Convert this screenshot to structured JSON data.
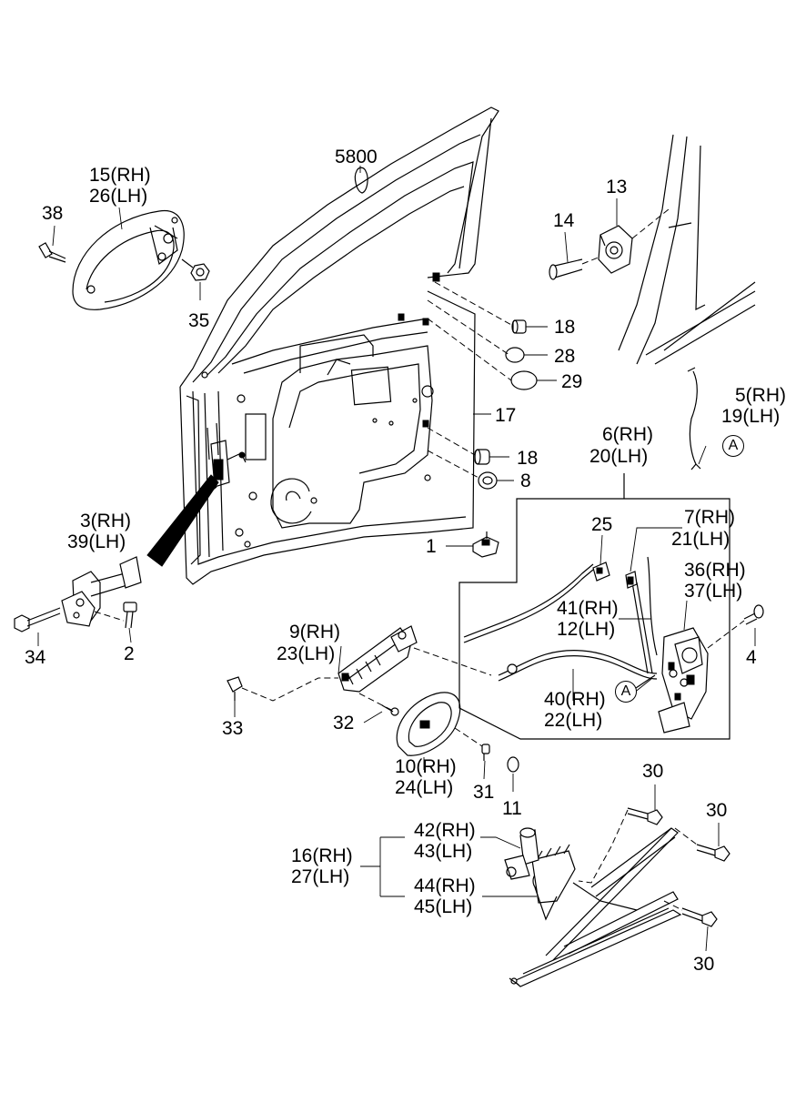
{
  "callouts": [
    {
      "id": "c5800",
      "text": "5800"
    },
    {
      "id": "c15",
      "text": "15(RH)"
    },
    {
      "id": "c26",
      "text": "26(LH)"
    },
    {
      "id": "c38",
      "text": "38"
    },
    {
      "id": "c35",
      "text": "35"
    },
    {
      "id": "c13",
      "text": "13"
    },
    {
      "id": "c14",
      "text": "14"
    },
    {
      "id": "c18a",
      "text": "18"
    },
    {
      "id": "c28",
      "text": "28"
    },
    {
      "id": "c29",
      "text": "29"
    },
    {
      "id": "c17",
      "text": "17"
    },
    {
      "id": "c5",
      "text": "5(RH)"
    },
    {
      "id": "c19",
      "text": "19(LH)"
    },
    {
      "id": "c6",
      "text": "6(RH)"
    },
    {
      "id": "c20",
      "text": "20(LH)"
    },
    {
      "id": "c18b",
      "text": "18"
    },
    {
      "id": "c8",
      "text": "8"
    },
    {
      "id": "c1",
      "text": "1"
    },
    {
      "id": "c25",
      "text": "25"
    },
    {
      "id": "c7",
      "text": "7(RH)"
    },
    {
      "id": "c21",
      "text": "21(LH)"
    },
    {
      "id": "c36",
      "text": "36(RH)"
    },
    {
      "id": "c37",
      "text": "37(LH)"
    },
    {
      "id": "c3",
      "text": "3(RH)"
    },
    {
      "id": "c39",
      "text": "39(LH)"
    },
    {
      "id": "c41",
      "text": "41(RH)"
    },
    {
      "id": "c12",
      "text": "12(LH)"
    },
    {
      "id": "c4",
      "text": "4"
    },
    {
      "id": "c34",
      "text": "34"
    },
    {
      "id": "c2",
      "text": "2"
    },
    {
      "id": "c9",
      "text": "9(RH)"
    },
    {
      "id": "c23",
      "text": "23(LH)"
    },
    {
      "id": "c40",
      "text": "40(RH)"
    },
    {
      "id": "c22",
      "text": "22(LH)"
    },
    {
      "id": "c33",
      "text": "33"
    },
    {
      "id": "c32",
      "text": "32"
    },
    {
      "id": "c10",
      "text": "10(RH)"
    },
    {
      "id": "c24",
      "text": "24(LH)"
    },
    {
      "id": "c31",
      "text": "31"
    },
    {
      "id": "c11",
      "text": "11"
    },
    {
      "id": "c30a",
      "text": "30"
    },
    {
      "id": "c30b",
      "text": "30"
    },
    {
      "id": "c30c",
      "text": "30"
    },
    {
      "id": "c42",
      "text": "42(RH)"
    },
    {
      "id": "c43",
      "text": "43(LH)"
    },
    {
      "id": "c16",
      "text": "16(RH)"
    },
    {
      "id": "c27",
      "text": "27(LH)"
    },
    {
      "id": "c44",
      "text": "44(RH)"
    },
    {
      "id": "c45",
      "text": "45(LH)"
    }
  ],
  "markers": [
    {
      "id": "mA1",
      "text": "A"
    },
    {
      "id": "mA2",
      "text": "A"
    }
  ]
}
